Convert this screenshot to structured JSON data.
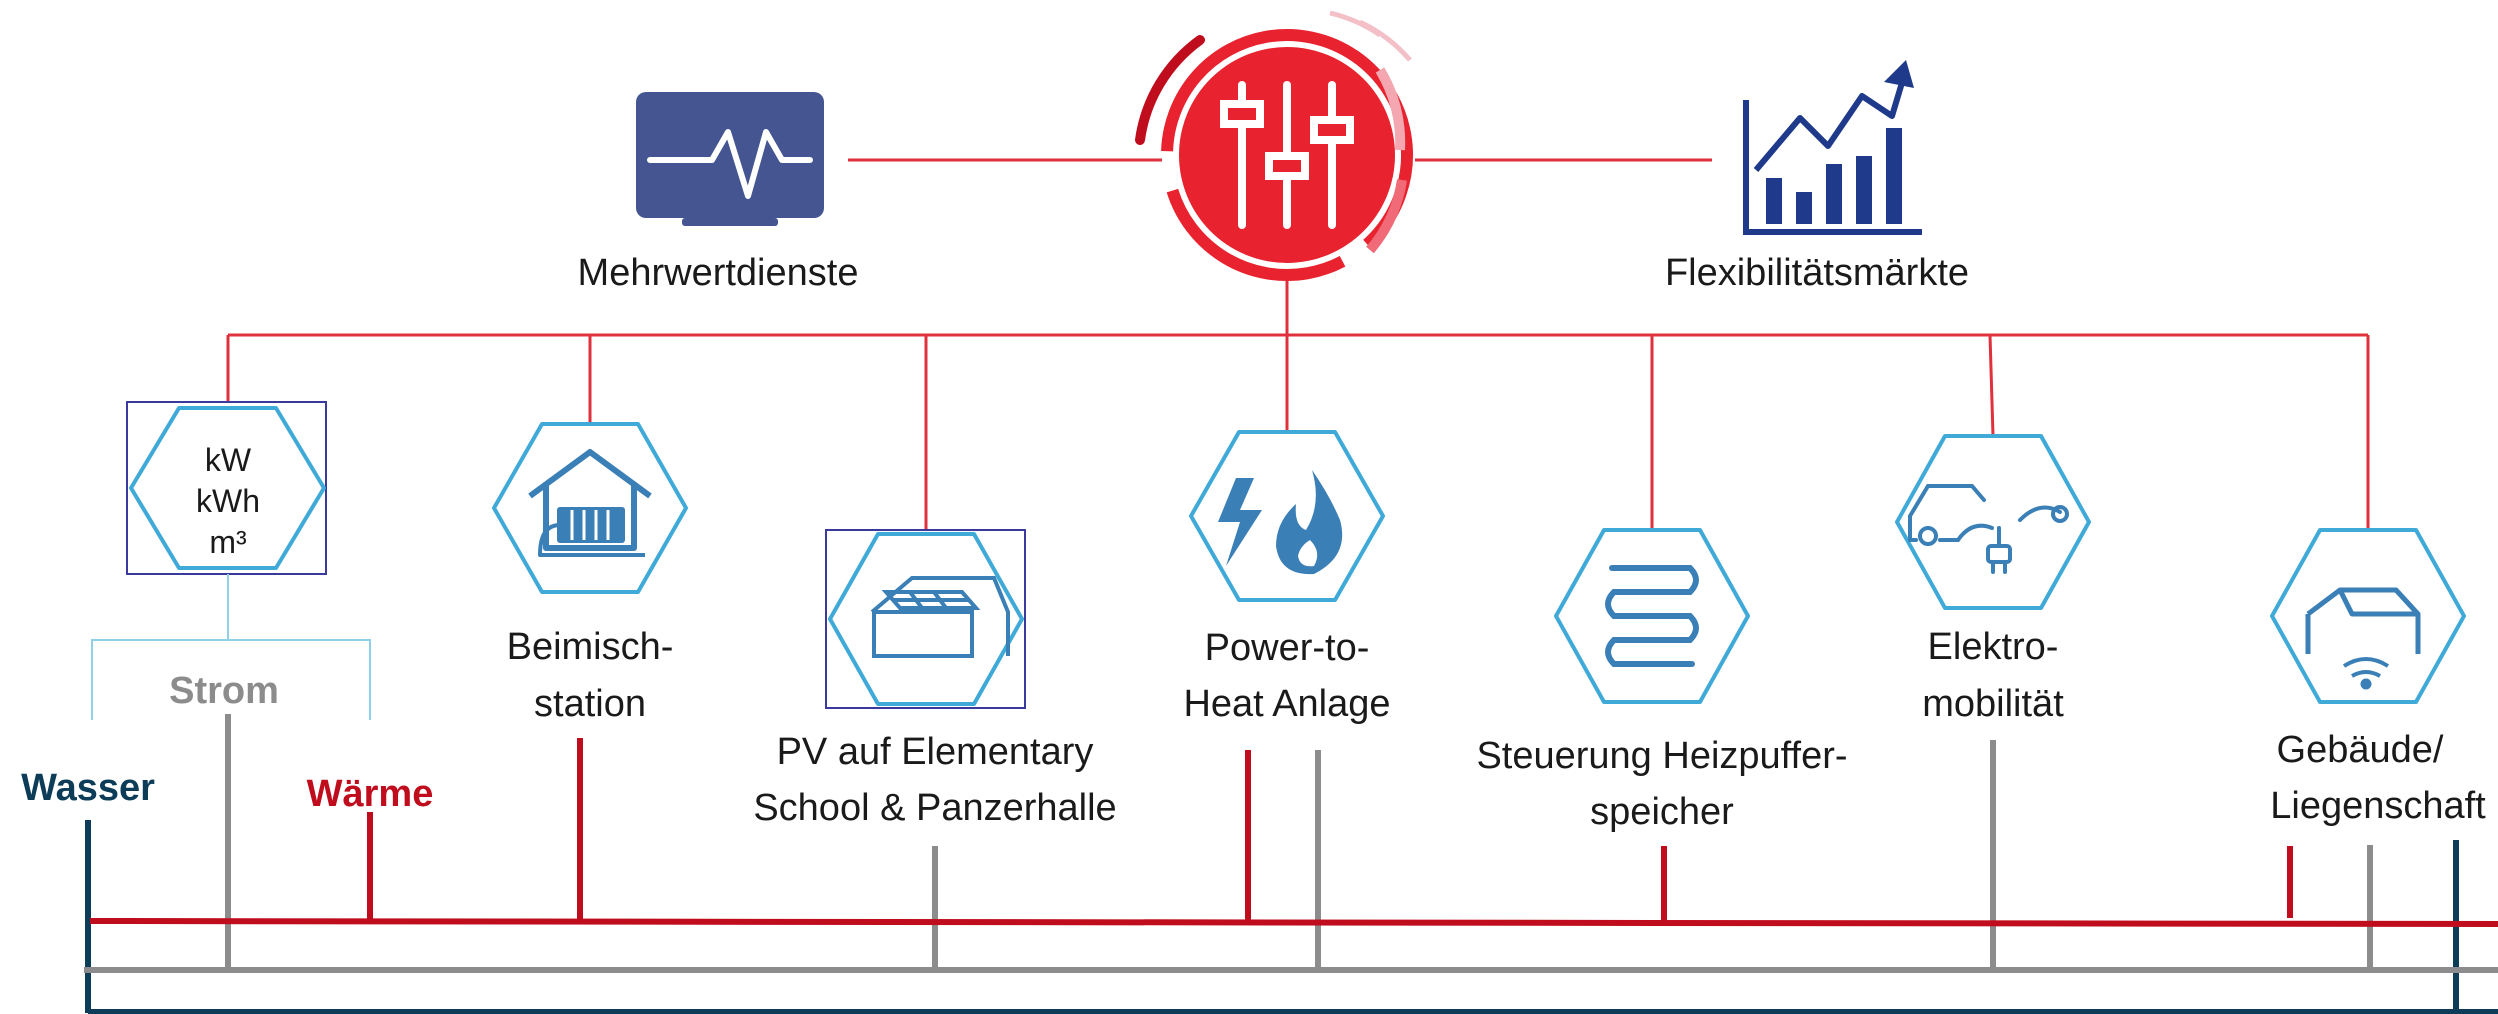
{
  "colors": {
    "hub_red": "#e8232f",
    "line_red": "#c00d1e",
    "connector_red": "#e0303b",
    "grey": "#8c8c8c",
    "navy": "#0c3c57",
    "hex_blue": "#3fa9d8",
    "icon_blue": "#3b7fb7",
    "mehrwert_blue": "#445591",
    "chart_blue": "#1f3a8a",
    "frame_blue": "#3a3a9e",
    "strom_bracket": "#8fd1ea"
  },
  "top": {
    "mehrwert_label": "Mehrwertdienste",
    "mehrwert_icon": "pulse-monitor-icon",
    "hub_icon": "control-sliders-icon",
    "flex_label": "Flexibilitätsmärkte",
    "flex_icon": "growth-chart-icon"
  },
  "units": {
    "line1": "kW",
    "line2": "kWh",
    "line3": "m³"
  },
  "nodes": {
    "beimisch": {
      "line1": "Beimisch-",
      "line2": "station",
      "icon": "house-radiator-icon"
    },
    "pv": {
      "line1": "PV  auf Elementary",
      "line2": "School & Panzerhalle",
      "icon": "solar-roof-icon"
    },
    "p2h": {
      "line1": "Power-to-",
      "line2": "Heat Anlage",
      "icon": "lightning-flame-icon"
    },
    "steuerung": {
      "line1": "Steuerung Heizpuffer-",
      "line2": "speicher",
      "icon": "heating-coil-icon"
    },
    "emob": {
      "line1": "Elektro-",
      "line2": "mobilität",
      "icon": "ev-charging-icon"
    },
    "gebaeude": {
      "line1": "Gebäude/",
      "line2": "Liegenschaft",
      "icon": "smart-building-icon"
    }
  },
  "legend": {
    "wasser": "Wasser",
    "strom": "Strom",
    "waerme": "Wärme"
  }
}
